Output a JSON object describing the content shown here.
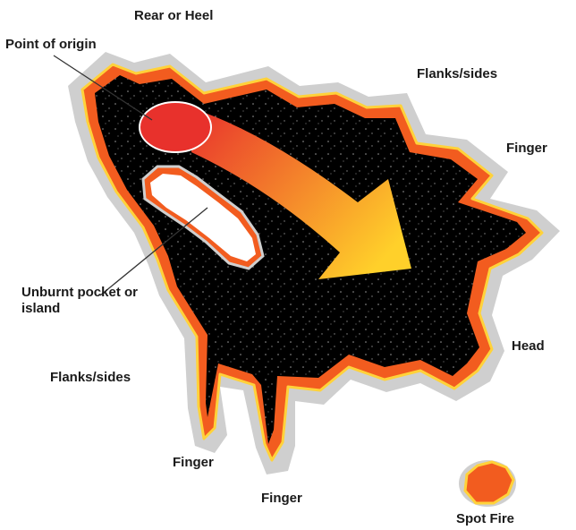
{
  "diagram": {
    "labels": {
      "rear": "Rear or Heel",
      "origin": "Point of origin",
      "flanks_top": "Flanks/sides",
      "finger_right": "Finger",
      "unburnt": "Unburnt pocket or island",
      "head": "Head",
      "flanks_left": "Flanks/sides",
      "finger_bottom_left": "Finger",
      "finger_bottom": "Finger",
      "spot": "Spot Fire"
    },
    "colors": {
      "burned_area": "#000000",
      "fire_edge": "#f25c1f",
      "flame_yellow": "#ffd23a",
      "halo": "#cfcfcf",
      "arrow_start": "#e8312c",
      "arrow_end": "#ffd02a",
      "island": "#ffffff"
    }
  }
}
